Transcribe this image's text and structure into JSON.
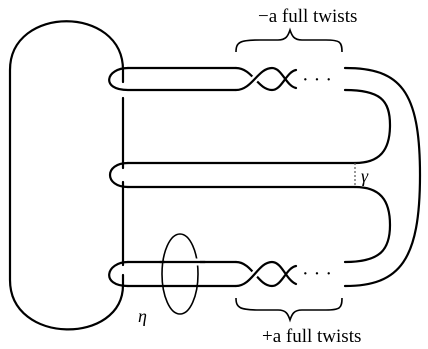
{
  "labels": {
    "top_twists": "−a full twists",
    "bottom_twists": "+a full twists",
    "gamma": "γ",
    "eta": "η",
    "ellipsis_top": "· · ·",
    "ellipsis_bottom": "· · ·"
  }
}
